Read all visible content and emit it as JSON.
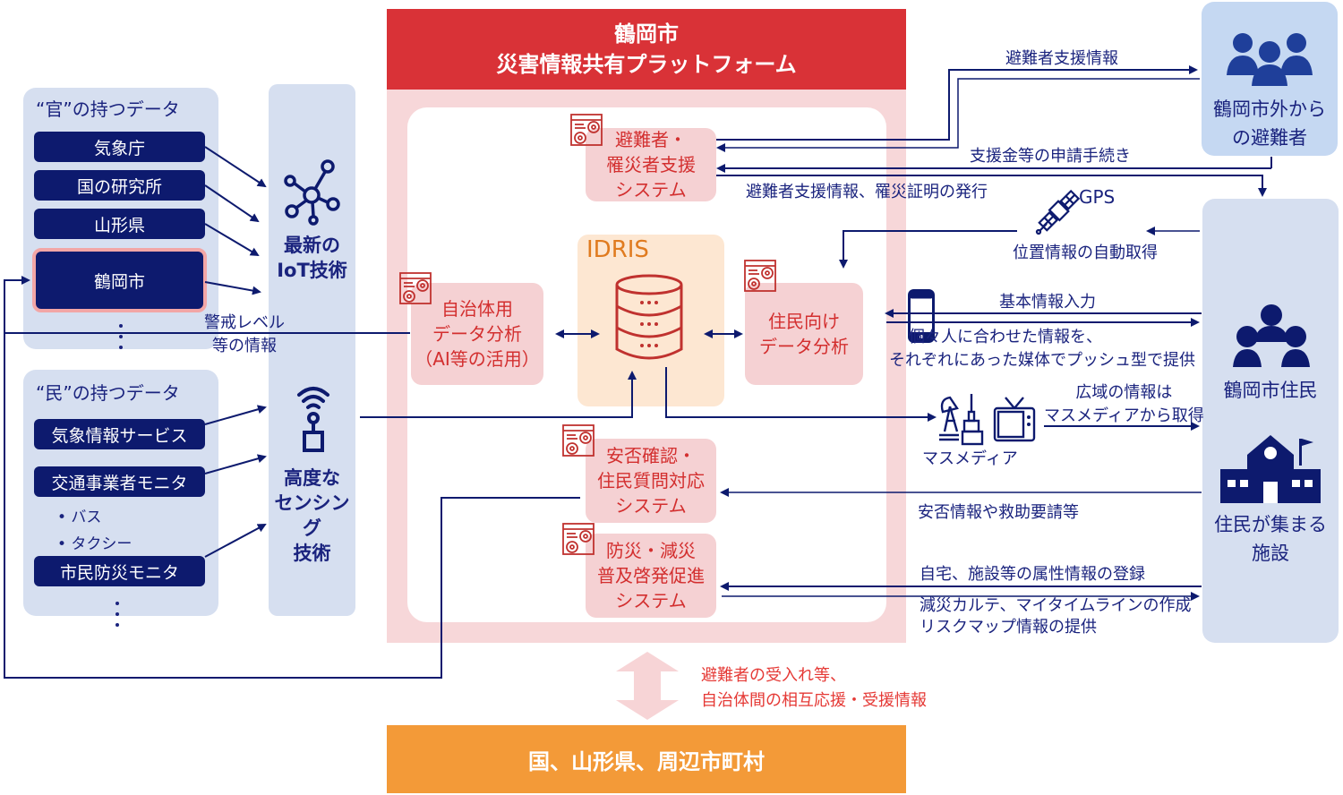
{
  "platform": {
    "title_line1": "鶴岡市",
    "title_line2": "災害情報共有プラットフォーム",
    "core_label": "IDRIS",
    "systems": {
      "evacuee_support": [
        "避難者・",
        "罹災者支援",
        "システム"
      ],
      "municipal_analysis": [
        "自治体用",
        "データ分析",
        "（AI等の活用）"
      ],
      "resident_analysis": [
        "住民向け",
        "データ分析"
      ],
      "safety_check": [
        "安否確認・",
        "住民質問対応",
        "システム"
      ],
      "disaster_prevention": [
        "防災・減災",
        "普及啓発促進",
        "システム"
      ]
    }
  },
  "government_data": {
    "title": "“官”の持つデータ",
    "items": [
      "気象庁",
      "国の研究所",
      "山形県",
      "鶴岡市"
    ]
  },
  "private_data": {
    "title": "“民”の持つデータ",
    "items": [
      "気象情報サービス",
      "交通事業者モニタ",
      "市民防災モニタ"
    ],
    "sub_items": [
      "• バス",
      "• タクシー"
    ]
  },
  "technologies": {
    "iot": [
      "最新の",
      "IoT技術"
    ],
    "sensing": [
      "高度な",
      "センシング",
      "技術"
    ]
  },
  "flow_labels": {
    "alert_level": [
      "警戒レベル",
      "等の情報"
    ],
    "evacuee_support_info": "避難者支援情報",
    "application_procedure": "支援金等の申請手続き",
    "certificate_issue": "避難者支援情報、罹災証明の発行",
    "gps": "GPS",
    "auto_location": "位置情報の自動取得",
    "basic_info_input": "基本情報入力",
    "push_info": [
      "個々人に合わせた情報を、",
      "それぞれにあった媒体でプッシュ型で提供"
    ],
    "mass_media": "マスメディア",
    "wide_area_info": [
      "広域の情報は",
      "マスメディアから取得"
    ],
    "safety_rescue": "安否情報や救助要請等",
    "attribute_registration": "自宅、施設等の属性情報の登録",
    "karte_timeline": [
      "減災カルテ、マイタイムラインの作成",
      "リスクマップ情報の提供"
    ],
    "mutual_support": [
      "避難者の受入れ等、",
      "自治体間の相互応援・受援情報"
    ]
  },
  "actors": {
    "outside_evacuees": [
      "鶴岡市外から",
      "の避難者"
    ],
    "residents": "鶴岡市住民",
    "facilities": [
      "住民が集まる",
      "施設"
    ]
  },
  "bottom": {
    "label": "国、山形県、周辺市町村"
  },
  "colors": {
    "navy": "#0d1a6e",
    "line": "#1a237e",
    "platform_red": "#d93237",
    "platform_pink": "#f7d7d9",
    "system_text": "#d32f2f",
    "idris_bg": "#fde7d2",
    "idris_text": "#e07b1f",
    "panel_blue": "#d6dff0",
    "bottom_orange": "#f39a38",
    "note_red": "#e53935"
  }
}
